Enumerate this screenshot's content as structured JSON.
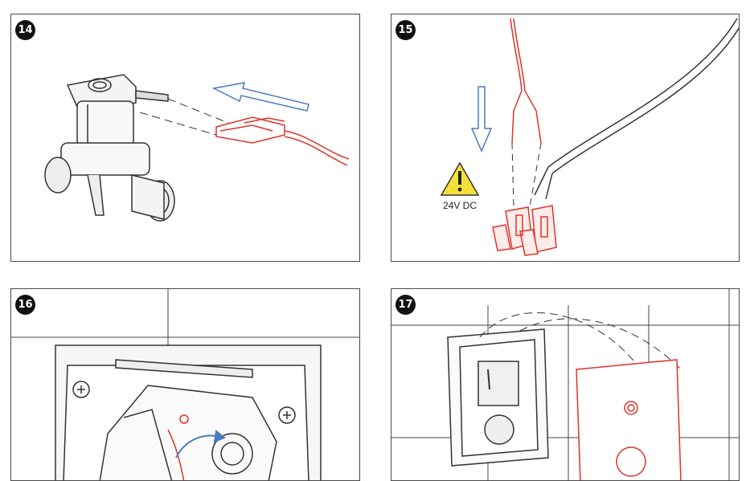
{
  "steps": [
    {
      "number": "14"
    },
    {
      "number": "15",
      "warning_label": "24V DC"
    },
    {
      "number": "16"
    },
    {
      "number": "17"
    }
  ],
  "colors": {
    "accent_red": "#e0332b",
    "arrow_blue": "#4a7bbf",
    "warning_yellow": "#f3e13a",
    "line_dark": "#333333"
  },
  "icons": [
    "solenoid-valve-icon",
    "connector-plug-icon",
    "warning-triangle-icon",
    "terminal-block-icon",
    "screw-icon",
    "rotate-arrow-icon",
    "cover-plate-icon"
  ]
}
